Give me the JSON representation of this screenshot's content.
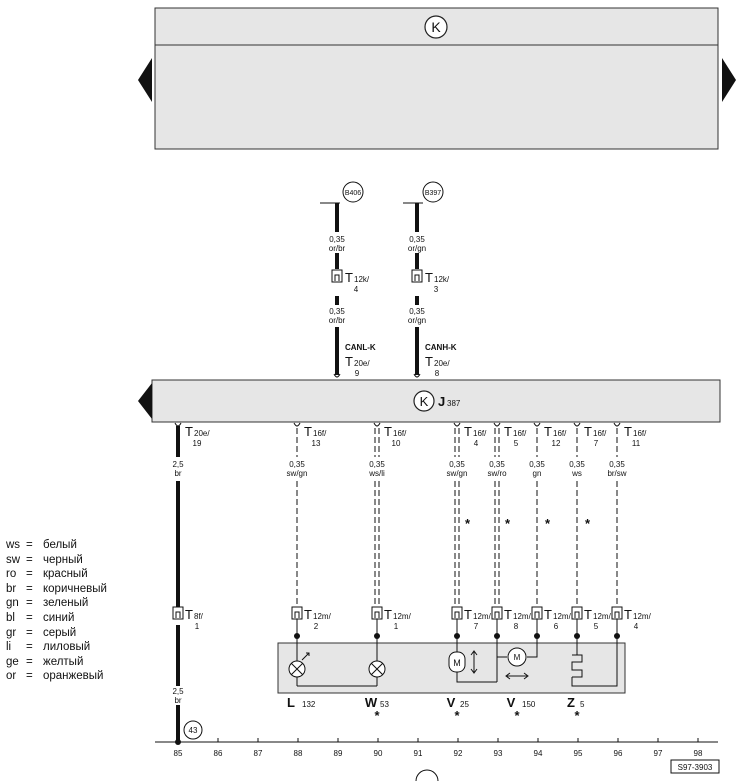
{
  "top_unit": {
    "symbol": "K"
  },
  "module": {
    "symbol": "K",
    "name": "J",
    "sub": "387"
  },
  "connectors": {
    "b406": "B406",
    "b397": "B397",
    "w1_top": {
      "size": "0,35",
      "color": "or/br"
    },
    "w2_top": {
      "size": "0,35",
      "color": "or/gn"
    },
    "t12k_1": {
      "label": "T",
      "sub": "12k/",
      "pin": "4"
    },
    "t12k_2": {
      "label": "T",
      "sub": "12k/",
      "pin": "3"
    },
    "w1_mid": {
      "size": "0,35",
      "color": "or/br"
    },
    "w2_mid": {
      "size": "0,35",
      "color": "or/gn"
    },
    "canl": {
      "bus": "CANL-K",
      "label": "T",
      "sub": "20e/",
      "pin": "9"
    },
    "canh": {
      "bus": "CANH-K",
      "label": "T",
      "sub": "20e/",
      "pin": "8"
    }
  },
  "bottom_pins": [
    {
      "label": "T",
      "sub": "20e/",
      "pin": "19",
      "size": "2,5",
      "color": "br"
    },
    {
      "label": "T",
      "sub": "16f/",
      "pin": "13",
      "size": "0,35",
      "color": "sw/gn"
    },
    {
      "label": "T",
      "sub": "16f/",
      "pin": "10",
      "size": "0,35",
      "color": "ws/li"
    },
    {
      "label": "T",
      "sub": "16f/",
      "pin": "4",
      "size": "0,35",
      "color": "sw/gn"
    },
    {
      "label": "T",
      "sub": "16f/",
      "pin": "5",
      "size": "0,35",
      "color": "sw/ro"
    },
    {
      "label": "T",
      "sub": "16f/",
      "pin": "12",
      "size": "0,35",
      "color": "gn"
    },
    {
      "label": "T",
      "sub": "16f/",
      "pin": "7",
      "size": "0,35",
      "color": "ws"
    },
    {
      "label": "T",
      "sub": "16f/",
      "pin": "11",
      "size": "0,35",
      "color": "br/sw"
    }
  ],
  "lower_pins": [
    {
      "label": "T",
      "sub": "8f/",
      "pin": "1"
    },
    {
      "label": "T",
      "sub": "12m/",
      "pin": "2"
    },
    {
      "label": "T",
      "sub": "12m/",
      "pin": "1"
    },
    {
      "label": "T",
      "sub": "12m/",
      "pin": "7"
    },
    {
      "label": "T",
      "sub": "12m/",
      "pin": "8"
    },
    {
      "label": "T",
      "sub": "12m/",
      "pin": "6"
    },
    {
      "label": "T",
      "sub": "12m/",
      "pin": "5"
    },
    {
      "label": "T",
      "sub": "12m/",
      "pin": "4"
    }
  ],
  "asterisk": "*",
  "ground_wire": {
    "size": "2,5",
    "color": "br"
  },
  "ground_ref": "43",
  "components": [
    {
      "name": "L",
      "sub": "132",
      "star": false
    },
    {
      "name": "W",
      "sub": "53",
      "star": true
    },
    {
      "name": "V",
      "sub": "25",
      "star": true
    },
    {
      "name": "V",
      "sub": "150",
      "star": true
    },
    {
      "name": "Z",
      "sub": "5",
      "star": true
    }
  ],
  "motor_letter": "M",
  "ruler": [
    "85",
    "86",
    "87",
    "88",
    "89",
    "90",
    "91",
    "92",
    "93",
    "94",
    "95",
    "96",
    "97",
    "98"
  ],
  "figure_code": "S97-3903",
  "legend": [
    {
      "code": "ws",
      "eq": "=",
      "name": "белый"
    },
    {
      "code": "sw",
      "eq": "=",
      "name": "черный"
    },
    {
      "code": "ro",
      "eq": "=",
      "name": "красный"
    },
    {
      "code": "br",
      "eq": "=",
      "name": "коричневый"
    },
    {
      "code": "gn",
      "eq": "=",
      "name": "зеленый"
    },
    {
      "code": "bl",
      "eq": "=",
      "name": "синий"
    },
    {
      "code": "gr",
      "eq": "=",
      "name": "серый"
    },
    {
      "code": "li",
      "eq": "=",
      "name": "лиловый"
    },
    {
      "code": "ge",
      "eq": "=",
      "name": "желтый"
    },
    {
      "code": "or",
      "eq": "=",
      "name": "оранжевый"
    }
  ]
}
